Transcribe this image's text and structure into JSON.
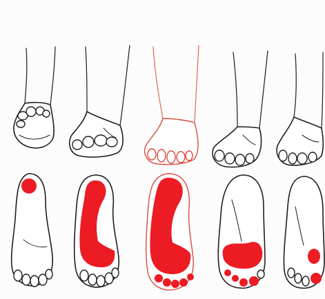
{
  "colors": {
    "pressure": "#ec1b24",
    "outline": "#1d1d1d",
    "background": "#fdfcfc"
  },
  "columns": [
    {
      "side_view": "foot-raised-on-toes",
      "footprint": "pressure-at-heel-only"
    },
    {
      "side_view": "foot-supinated",
      "footprint": "pressure-lateral-band"
    },
    {
      "side_view": "foot-normal",
      "footprint": "pressure-full-lateral-and-toes"
    },
    {
      "side_view": "foot-pronating",
      "footprint": "pressure-forefoot-and-toes"
    },
    {
      "side_view": "foot-toes-only",
      "footprint": "pressure-toes-and-ball"
    }
  ]
}
